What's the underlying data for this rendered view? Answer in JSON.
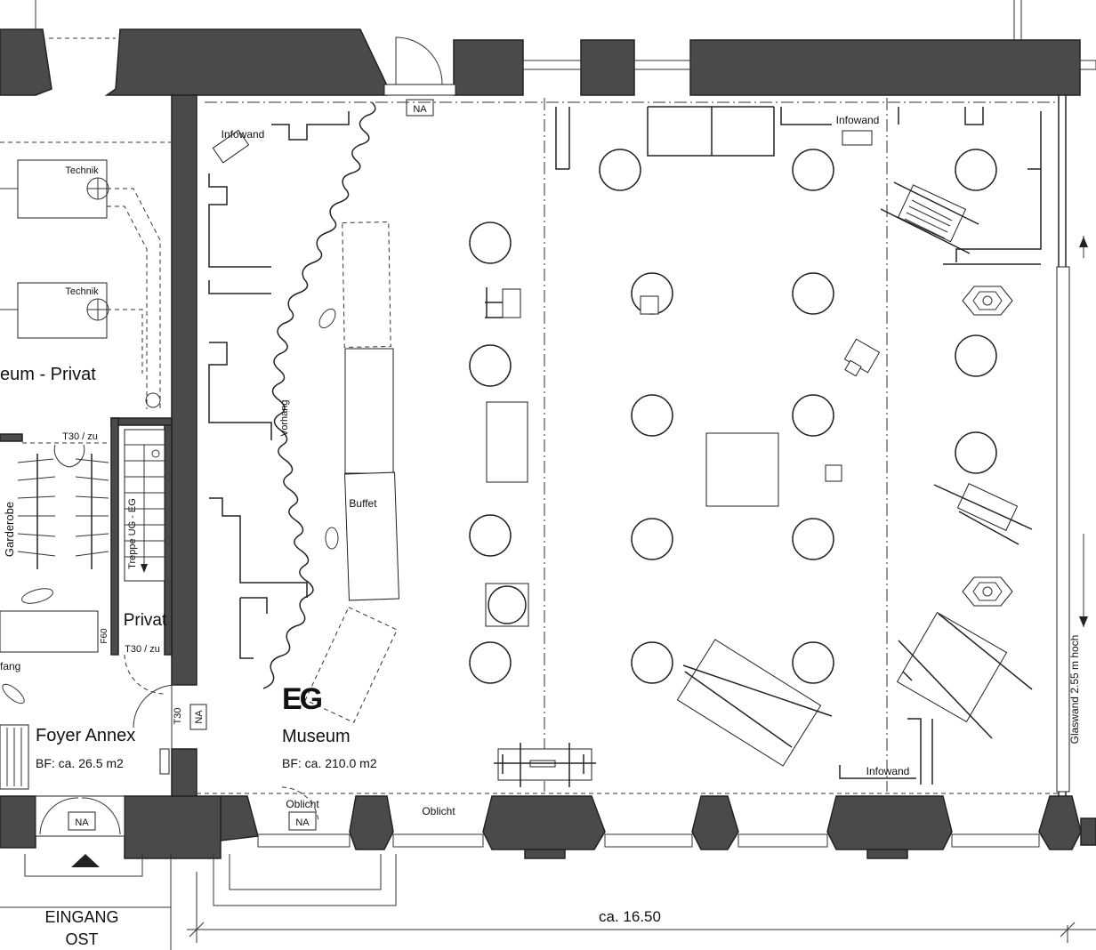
{
  "labels": {
    "level": "EG",
    "museum": "Museum",
    "museum_area": "BF: ca. 210.0 m2",
    "foyer": "Foyer Annex",
    "foyer_area": "BF: ca. 26.5 m2",
    "museum_privat": "eum - Privat",
    "privat": "Privat",
    "garderobe": "Garderobe",
    "empfang_fragment": "fang",
    "stair": "Treppe UG - EG",
    "t30_zu_top": "T30 / zu",
    "t30_zu_bottom": "T30 / zu",
    "t30": "T30",
    "f60": "F60",
    "vorhang": "Vorhang",
    "buffet": "Buffet",
    "technik_1": "Technik",
    "technik_2": "Technik",
    "infowand_1": "Infowand",
    "infowand_2": "Infowand",
    "infowand_3": "Infowand",
    "oblicht_1": "Oblicht",
    "oblicht_2": "Oblicht",
    "na_1": "NA",
    "na_2": "NA",
    "na_3": "NA",
    "na_4": "NA",
    "glaswand": "Glaswand 2.55 m hoch",
    "eingang_1": "EINGANG",
    "eingang_2": "OST",
    "dimension": "ca. 16.50"
  }
}
